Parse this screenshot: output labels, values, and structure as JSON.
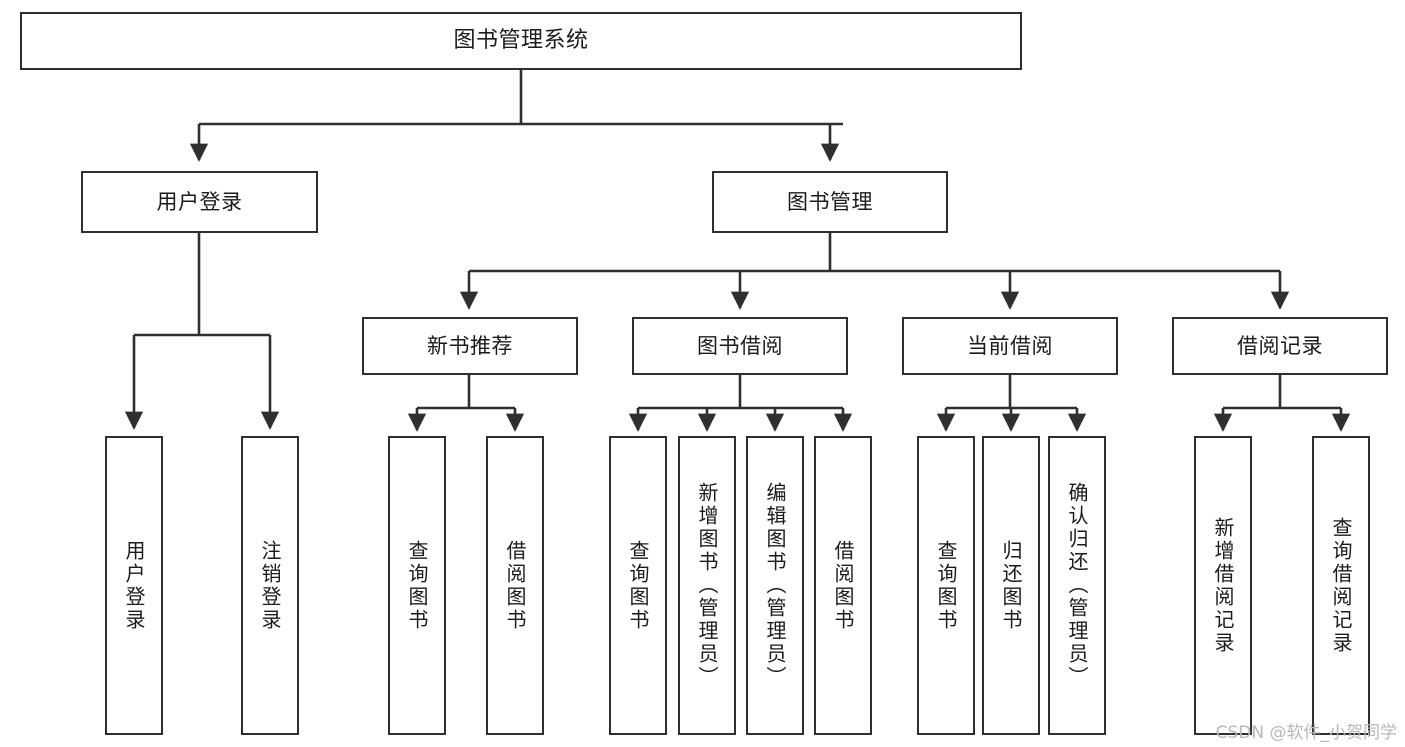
{
  "diagram": {
    "type": "tree",
    "title": "图书管理系统",
    "root": {
      "label": "图书管理系统"
    },
    "level2": [
      {
        "label": "用户登录"
      },
      {
        "label": "图书管理"
      }
    ],
    "level3": [
      {
        "label": "新书推荐"
      },
      {
        "label": "图书借阅"
      },
      {
        "label": "当前借阅"
      },
      {
        "label": "借阅记录"
      }
    ],
    "leaves": {
      "user_login": [
        {
          "label": "用户登录"
        },
        {
          "label": "注销登录"
        }
      ],
      "new_book": [
        {
          "label": "查询图书"
        },
        {
          "label": "借阅图书"
        }
      ],
      "book_borrow": [
        {
          "label": "查询图书"
        },
        {
          "label": "新增图书（管理员）"
        },
        {
          "label": "编辑图书（管理员）"
        },
        {
          "label": "借阅图书"
        }
      ],
      "current_borrow": [
        {
          "label": "查询图书"
        },
        {
          "label": "归还图书"
        },
        {
          "label": "确认归还（管理员）"
        }
      ],
      "borrow_record": [
        {
          "label": "新增借阅记录"
        },
        {
          "label": "查询借阅记录"
        }
      ]
    }
  },
  "watermark": {
    "text": "CSDN @软件_小贺同学"
  },
  "colors": {
    "border": "#2f2f2f",
    "background": "#ffffff",
    "text": "#1b1b1b",
    "watermark": "#b8b8b8"
  }
}
